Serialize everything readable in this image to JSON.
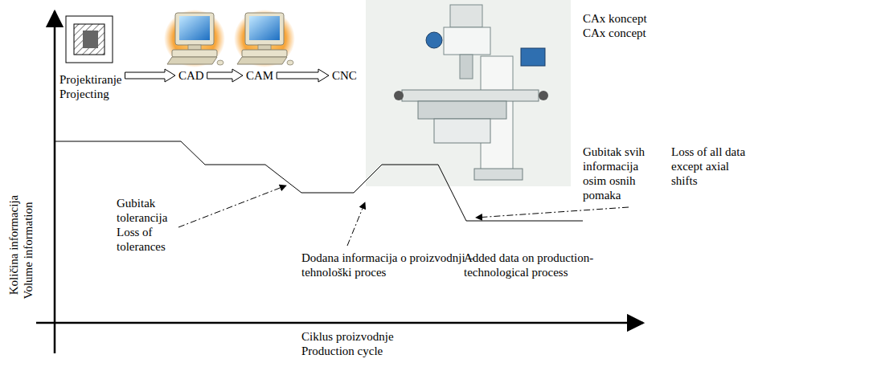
{
  "diagram": {
    "nodes": [
      {
        "text": [
          "Projektiranje",
          "Projecting"
        ]
      },
      {
        "text": [
          "CAD"
        ]
      },
      {
        "text": [
          "CAM"
        ]
      },
      {
        "text": [
          "CNC"
        ]
      }
    ],
    "edges": [
      {
        "from": 0,
        "to": 1,
        "arrow": "to"
      },
      {
        "from": 1,
        "to": 2,
        "arrow": "to"
      },
      {
        "from": 2,
        "to": 3,
        "arrow": "to"
      }
    ],
    "labels": [
      "CAx koncept",
      "CAx concept",
      "Količina informacija",
      "Volume information",
      "Gubitak tolerancija",
      "Loss of tolerances",
      "Dodana informacija o proizvodnji – tehnološki proces",
      "Added data on production-technological process",
      "Gubitak svih informacija osim osnih pomaka",
      "Loss of all data except axial shifts",
      "Ciklus proizvodnje",
      "Production cycle"
    ]
  }
}
